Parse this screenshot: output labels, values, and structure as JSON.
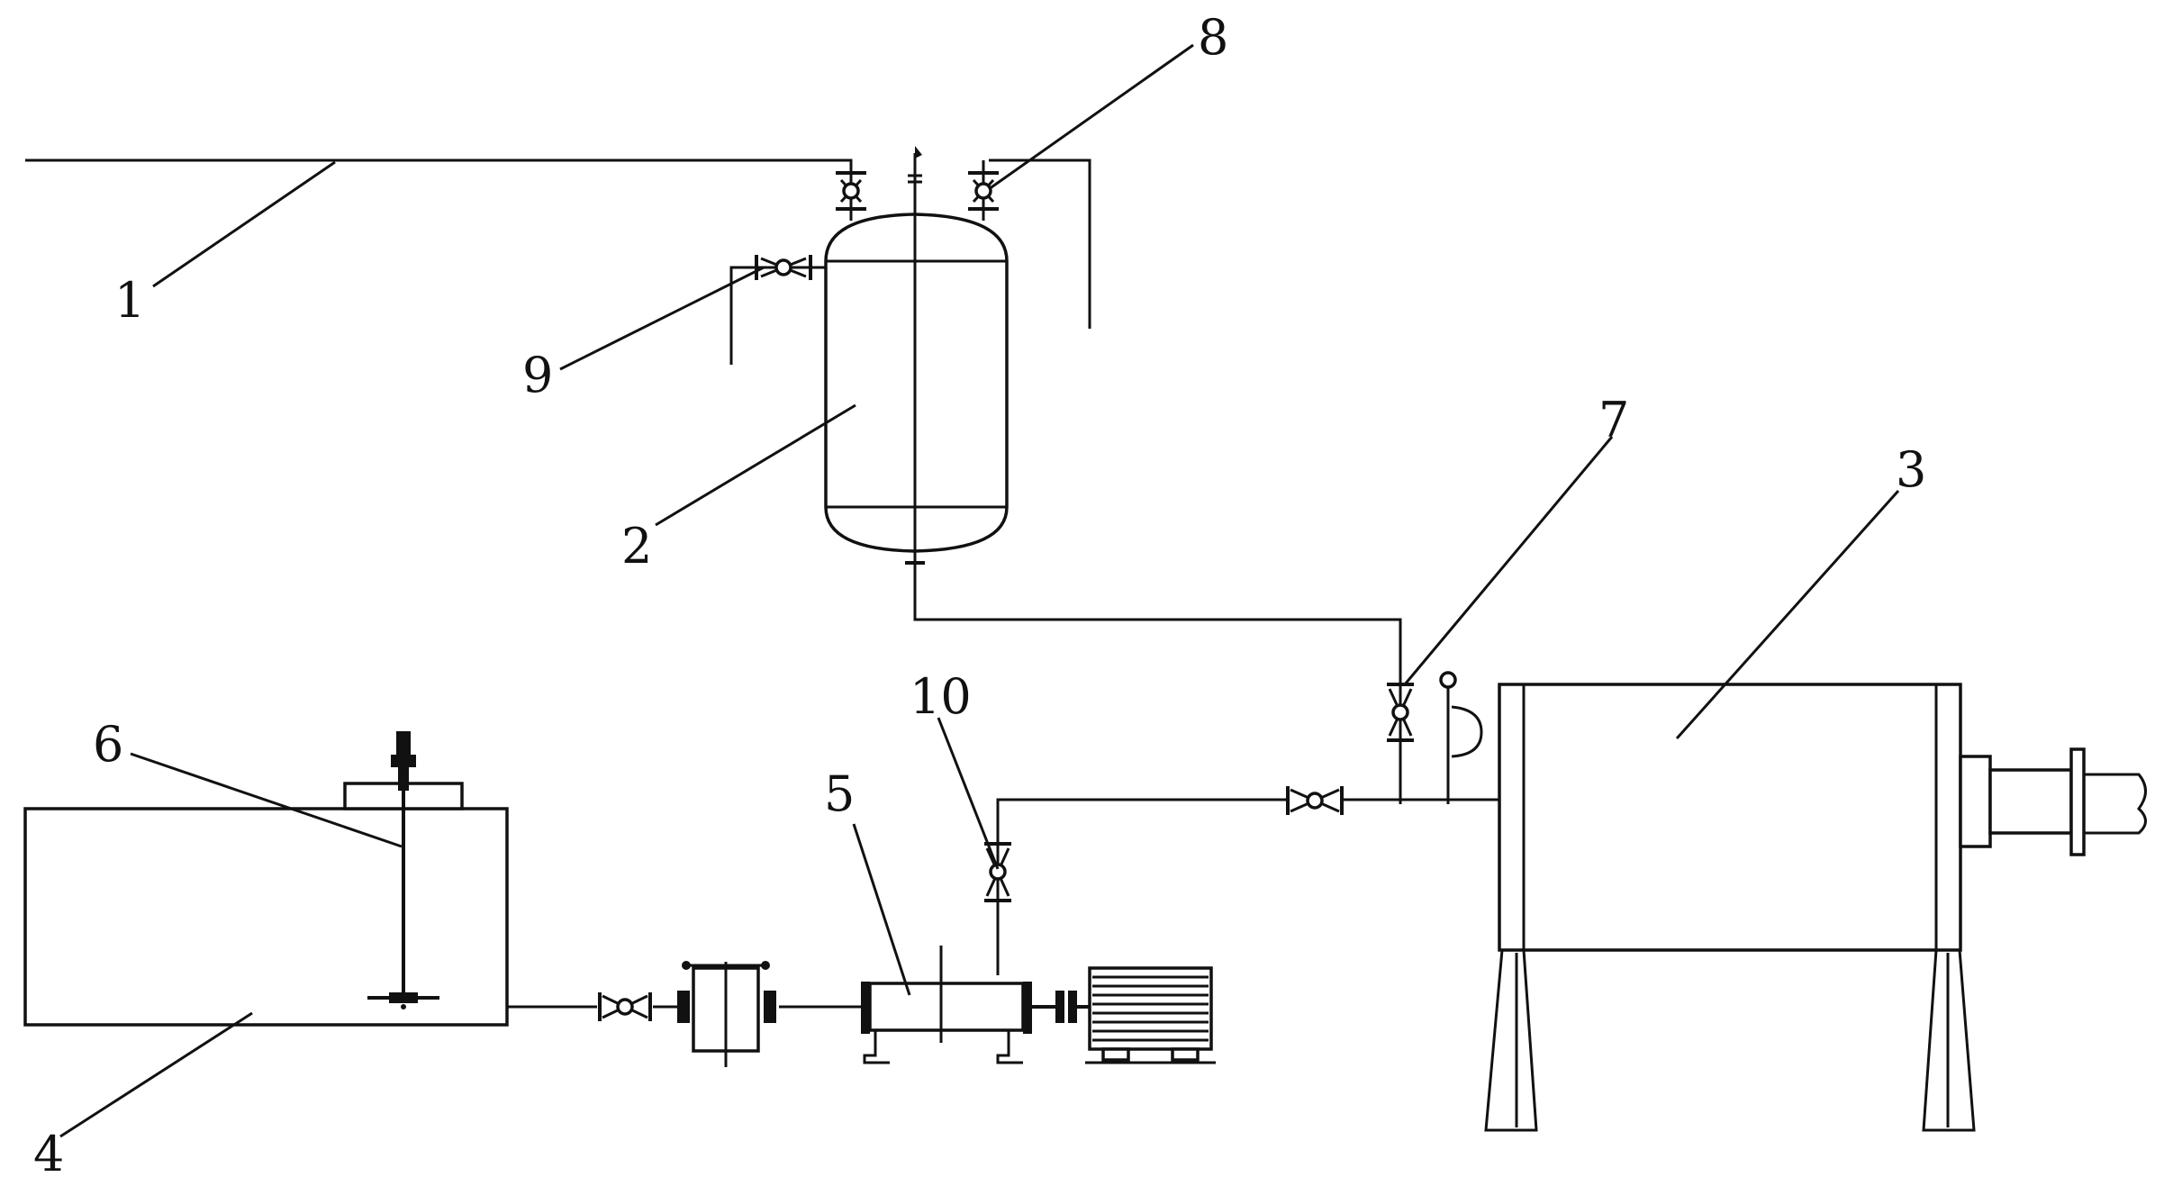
{
  "diagram": {
    "labels": {
      "l1": "1",
      "l2": "2",
      "l3": "3",
      "l4": "4",
      "l5": "5",
      "l6": "6",
      "l7": "7",
      "l8": "8",
      "l9": "9",
      "l10": "10"
    }
  }
}
